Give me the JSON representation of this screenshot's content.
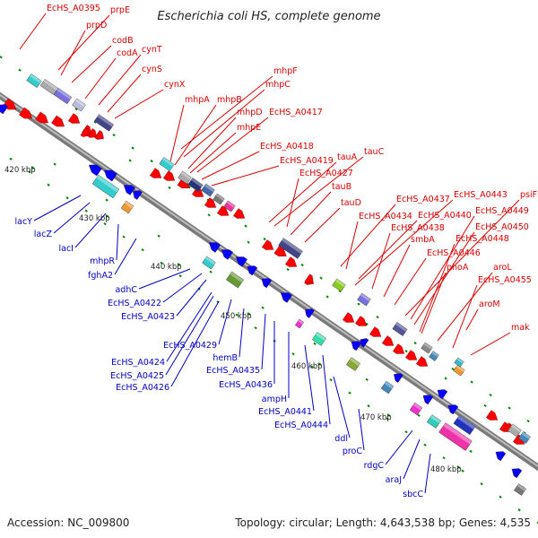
{
  "title": "Escherichia coli HS, complete genome",
  "footer": {
    "accession": "Accession: NC_009800",
    "summary": "Topology: circular; Length: 4,643,538 bp; Genes: 4,535"
  },
  "colors": {
    "forward_label": "#dd0000",
    "reverse_label": "#0000cc",
    "forward_arrow": "#ff0000",
    "reverse_arrow": "#0000ff",
    "backbone": "#8c8c8c",
    "tick": "#008800"
  },
  "ticks": [
    "420 kbp",
    "430 kbp",
    "440 kbp",
    "450 kbp",
    "460 kbp",
    "470 kbp",
    "480 kbp"
  ],
  "forward_labels": [
    "EcHS_A0395",
    "prpE",
    "prpD",
    "codB",
    "codA",
    "cynT",
    "cynS",
    "cynX",
    "mhpF",
    "mhpC",
    "mhpA",
    "mhpB",
    "mhpD",
    "EcHS_A0417",
    "mhpE",
    "EcHS_A0418",
    "EcHS_A0419",
    "tauA",
    "tauC",
    "EcHS_A0427",
    "tauB",
    "tauD",
    "EcHS_A0437",
    "EcHS_A0443",
    "psiF",
    "EcHS_A0434",
    "EcHS_A0440",
    "EcHS_A0449",
    "EcHS_A0438",
    "EcHS_A0450",
    "smbA",
    "EcHS_A0448",
    "EcHS_A0446",
    "phoA",
    "aroL",
    "EcHS_A0455",
    "aroM",
    "mak"
  ],
  "reverse_labels": [
    "lacY",
    "lacZ",
    "lacI",
    "mhpR",
    "fghA2",
    "adhC",
    "EcHS_A0422",
    "EcHS_A0423",
    "EcHS_A0429",
    "EcHS_A0424",
    "hemB",
    "EcHS_A0425",
    "EcHS_A0435",
    "EcHS_A0426",
    "EcHS_A0436",
    "ampH",
    "EcHS_A0441",
    "EcHS_A0444",
    "ddl",
    "proC",
    "rdgC",
    "araJ",
    "sbcC"
  ]
}
